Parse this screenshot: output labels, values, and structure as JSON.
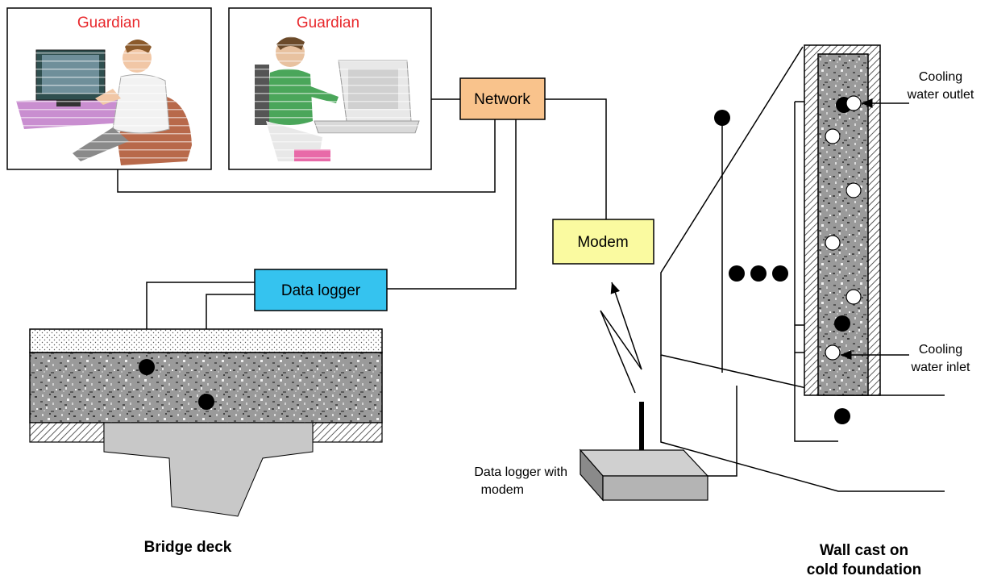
{
  "panels": [
    {
      "label": "Guardian",
      "person_icon": "person-at-computer-icon"
    },
    {
      "label": "Guardian",
      "person_icon": "person-at-computer-icon"
    }
  ],
  "boxes": {
    "network": "Network",
    "modem": "Modem",
    "data_logger": "Data logger"
  },
  "labels": {
    "cooling_outlet_line1": "Cooling",
    "cooling_outlet_line2": "water outlet",
    "cooling_inlet_line1": "Cooling",
    "cooling_inlet_line2": "water inlet",
    "logger_modem_line1": "Data logger with",
    "logger_modem_line2": "modem",
    "bridge_caption": "Bridge deck",
    "wall_caption_line1": "Wall cast on",
    "wall_caption_line2": "cold foundation"
  },
  "colors": {
    "guardian_text": "#e8282c",
    "network_fill": "#f9c38c",
    "modem_fill": "#fafaa0",
    "data_logger_fill": "#35c3ef",
    "concrete": "#8c8c8c",
    "girder": "#c8c8c8"
  }
}
